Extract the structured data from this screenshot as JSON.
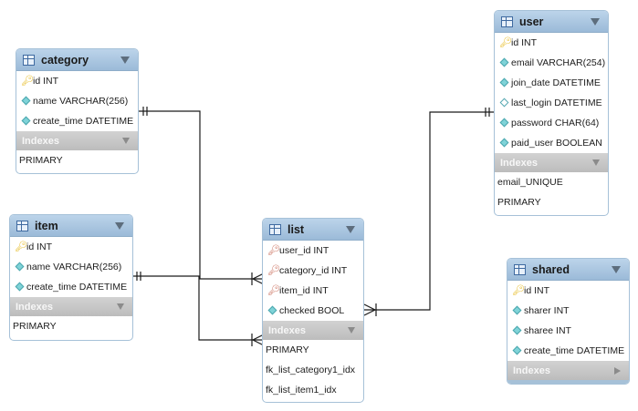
{
  "tables": {
    "category": {
      "name": "category",
      "columns": [
        {
          "label": "id INT",
          "icon": "pk-key-icon"
        },
        {
          "label": "name VARCHAR(256)",
          "icon": "column-diamond-icon"
        },
        {
          "label": "create_time DATETIME",
          "icon": "column-diamond-icon"
        }
      ],
      "indexes_label": "Indexes",
      "indexes": [
        "PRIMARY"
      ]
    },
    "item": {
      "name": "item",
      "columns": [
        {
          "label": "id INT",
          "icon": "pk-key-icon"
        },
        {
          "label": "name VARCHAR(256)",
          "icon": "column-diamond-icon"
        },
        {
          "label": "create_time DATETIME",
          "icon": "column-diamond-icon"
        }
      ],
      "indexes_label": "Indexes",
      "indexes": [
        "PRIMARY"
      ]
    },
    "list": {
      "name": "list",
      "columns": [
        {
          "label": "user_id INT",
          "icon": "fk-key-icon"
        },
        {
          "label": "category_id INT",
          "icon": "fk-key-icon"
        },
        {
          "label": "item_id INT",
          "icon": "fk-key-icon"
        },
        {
          "label": "checked BOOL",
          "icon": "column-diamond-icon"
        }
      ],
      "indexes_label": "Indexes",
      "indexes": [
        "PRIMARY",
        "fk_list_category1_idx",
        "fk_list_item1_idx"
      ]
    },
    "user": {
      "name": "user",
      "columns": [
        {
          "label": "id INT",
          "icon": "pk-key-icon"
        },
        {
          "label": "email VARCHAR(254)",
          "icon": "column-diamond-icon"
        },
        {
          "label": "join_date DATETIME",
          "icon": "column-diamond-icon"
        },
        {
          "label": "last_login DATETIME",
          "icon": "nullable-diamond-icon"
        },
        {
          "label": "password CHAR(64)",
          "icon": "column-diamond-icon"
        },
        {
          "label": "paid_user BOOLEAN",
          "icon": "column-diamond-icon"
        }
      ],
      "indexes_label": "Indexes",
      "indexes": [
        "email_UNIQUE",
        "PRIMARY"
      ]
    },
    "shared": {
      "name": "shared",
      "columns": [
        {
          "label": "id INT",
          "icon": "pk-key-icon"
        },
        {
          "label": "sharer INT",
          "icon": "column-diamond-icon"
        },
        {
          "label": "sharee INT",
          "icon": "column-diamond-icon"
        },
        {
          "label": "create_time DATETIME",
          "icon": "column-diamond-icon"
        }
      ],
      "indexes_label": "Indexes",
      "indexes": []
    }
  },
  "relationships": [
    {
      "from": "category",
      "to": "list",
      "cardinality": "one-to-many"
    },
    {
      "from": "item",
      "to": "list",
      "cardinality": "one-to-many"
    },
    {
      "from": "user",
      "to": "list",
      "cardinality": "one-to-many"
    }
  ],
  "colors": {
    "header": "#9bbad8",
    "border": "#a6c1d8",
    "indexes_header": "#bcbcbc",
    "line": "#1a1a1a"
  }
}
